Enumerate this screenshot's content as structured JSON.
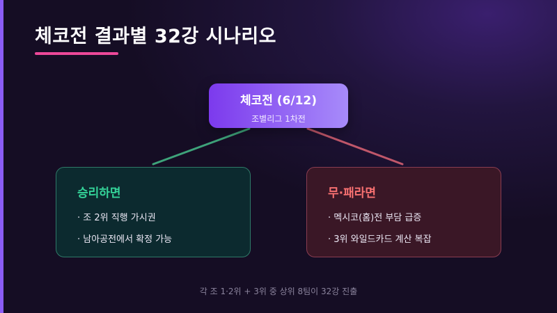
{
  "title": "체코전 결과별 32강 시나리오",
  "colors": {
    "accent_bar": "#8b5cf6",
    "title_underline": "#ec4899",
    "root_gradient_start": "#7c3aed",
    "root_gradient_end": "#a78bfa",
    "win_color": "#34d399",
    "win_connector": "#3ea37a",
    "lose_color": "#f87171",
    "lose_connector": "#c0576a"
  },
  "root": {
    "title": "체코전 (6/12)",
    "subtitle": "조별리그 1차전"
  },
  "branches": {
    "win": {
      "title": "승리하면",
      "items": [
        "· 조 2위 직행 가시권",
        "· 남아공전에서 확정 가능"
      ]
    },
    "lose": {
      "title": "무·패라면",
      "items": [
        "· 멕시코(홈)전 부담 급증",
        "· 3위 와일드카드 계산 복잡"
      ]
    }
  },
  "footer": "각 조 1·2위 + 3위 중 상위 8팀이 32강 진출"
}
